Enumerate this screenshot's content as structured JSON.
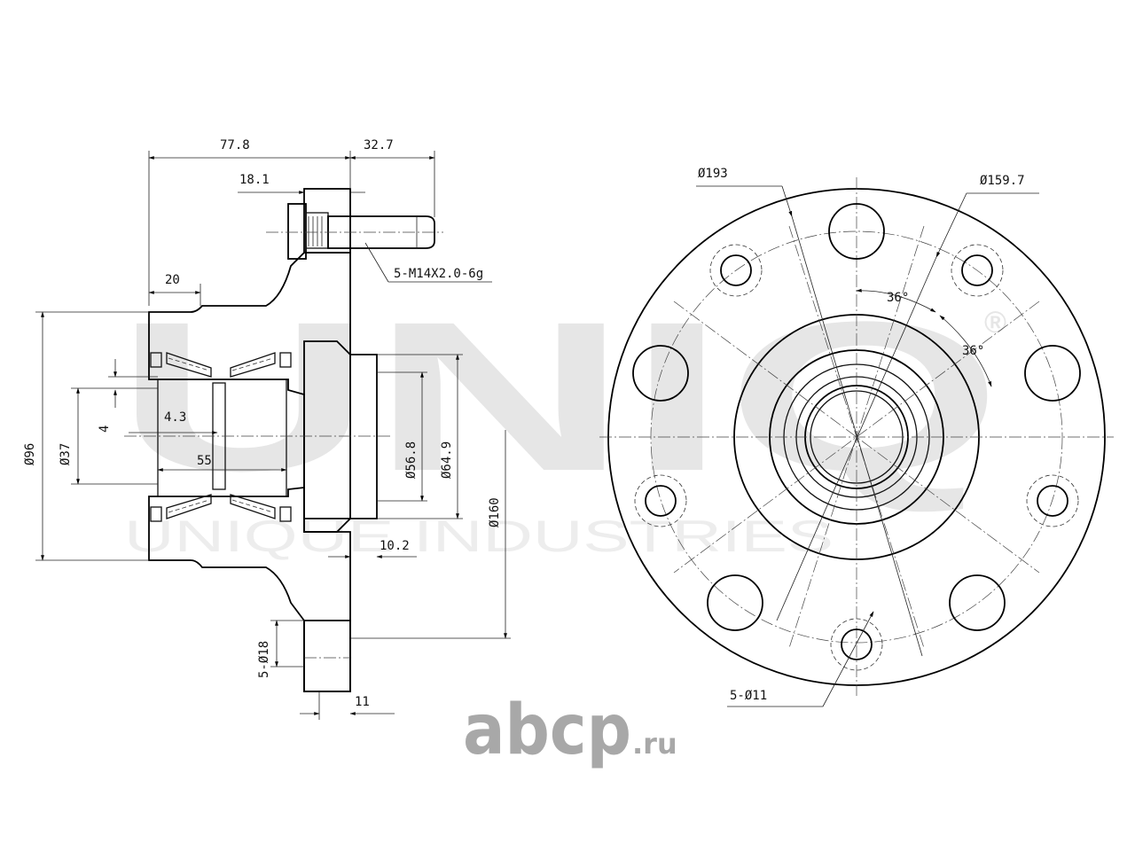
{
  "drawing": {
    "watermark": {
      "brand": "UNIQ",
      "registered": "®",
      "subtitle": "UNIQUE INDUSTRIES"
    },
    "logo": {
      "name": "abcp",
      "tld": ".ru"
    },
    "section_view": {
      "dims": {
        "d77_8": "77.8",
        "d32_7": "32.7",
        "d18_1": "18.1",
        "d20": "20",
        "thread": "5-M14X2.0-6g",
        "d96": "Ø96",
        "d37": "Ø37",
        "d4": "4",
        "d4_3": "4.3",
        "d55": "55",
        "d56_8": "Ø56.8",
        "d64_9": "Ø64.9",
        "d160": "Ø160",
        "d10_2": "10.2",
        "d5_18": "5-Ø18",
        "d11": "11"
      }
    },
    "front_view": {
      "dims": {
        "d193": "Ø193",
        "d159_7": "Ø159.7",
        "angle1": "36°",
        "angle2": "36°",
        "d5_11": "5-Ø11"
      }
    }
  }
}
